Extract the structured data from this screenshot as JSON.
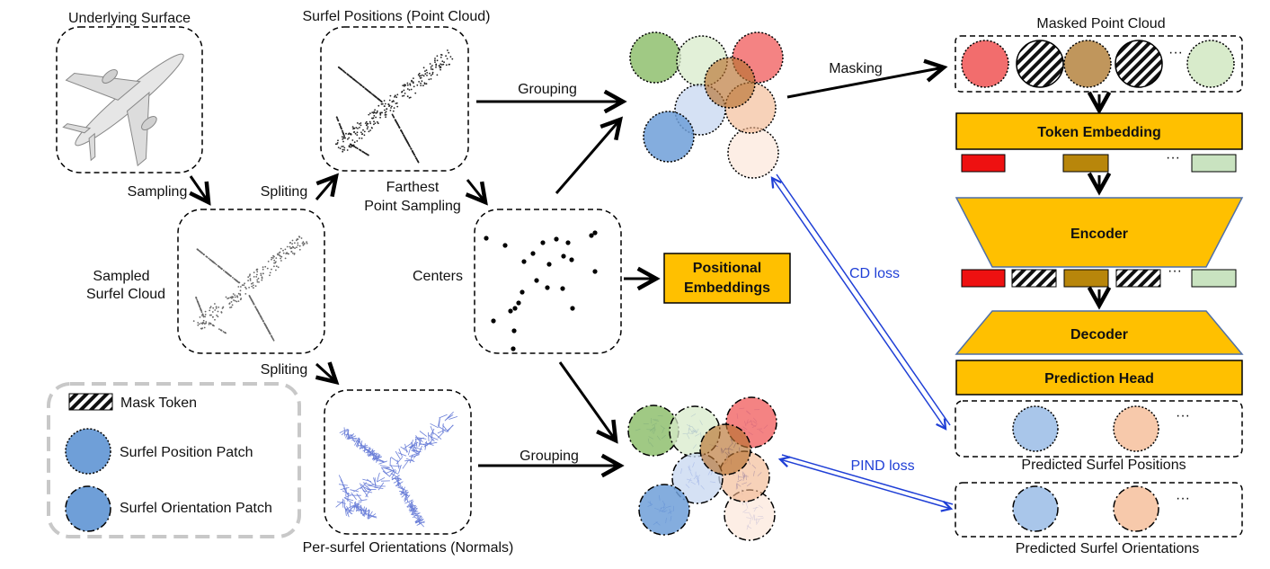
{
  "labels": {
    "underlying_surface": "Underlying Surface",
    "surfel_positions": "Surfel Positions (Point Cloud)",
    "sampling": "Sampling",
    "spliting_top": "Spliting",
    "spliting_bottom": "Spliting",
    "farthest_line1": "Farthest",
    "farthest_line2": "Point Sampling",
    "sampled_line1": "Sampled",
    "sampled_line2": "Surfel Cloud",
    "centers": "Centers",
    "grouping_top": "Grouping",
    "grouping_bottom": "Grouping",
    "masking": "Masking",
    "positional_line1": "Positional",
    "positional_line2": "Embeddings",
    "per_surfel": "Per-surfel Orientations (Normals)",
    "cd_loss": "CD loss",
    "pind_loss": "PIND loss",
    "masked_point_cloud": "Masked Point Cloud",
    "token_embedding": "Token Embedding",
    "encoder": "Encoder",
    "decoder": "Decoder",
    "prediction_head": "Prediction Head",
    "predicted_positions": "Predicted Surfel Positions",
    "predicted_orientations": "Predicted Surfel Orientations",
    "ellipsis": "···"
  },
  "legend": {
    "mask_token": "Mask Token",
    "position_patch": "Surfel Position Patch",
    "orientation_patch": "Surfel Orientation Patch"
  },
  "colors": {
    "accent": "#ffc000",
    "loss_arrow": "#1f3fd6",
    "patch_red": "#f26d6d",
    "patch_brown": "#c0965c",
    "patch_green": "#a8d08d",
    "patch_blue": "#6f9fd8",
    "token_red": "#ee1111",
    "token_brown": "#b8860b",
    "token_green": "#c9e3c0"
  }
}
